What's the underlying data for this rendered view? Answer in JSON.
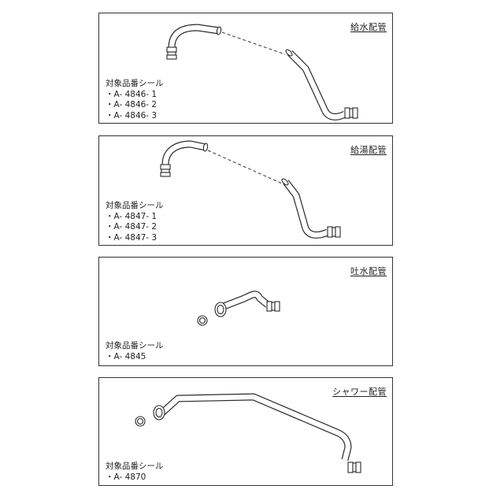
{
  "panels": [
    {
      "title": "給水配管",
      "seal_heading": "対象品番シール",
      "codes": [
        "・A- 4846- 1",
        "・A- 4846- 2",
        "・A- 4846- 3"
      ]
    },
    {
      "title": "給湯配管",
      "seal_heading": "対象品番シール",
      "codes": [
        "・A- 4847- 1",
        "・A- 4847- 2",
        "・A- 4847- 3"
      ]
    },
    {
      "title": "吐水配管",
      "seal_heading": "対象品番シール",
      "codes": [
        "・A- 4845"
      ]
    },
    {
      "title": "シャワー配管",
      "seal_heading": "対象品番シール",
      "codes": [
        "・A- 4870"
      ]
    }
  ]
}
